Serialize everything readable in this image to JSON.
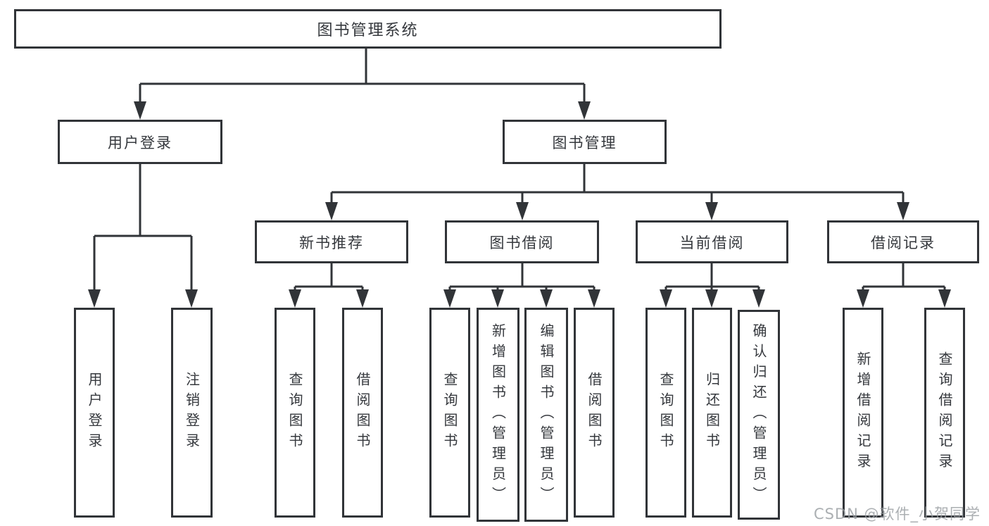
{
  "tree": {
    "label": "图书管理系统",
    "children": [
      {
        "label": "用户登录",
        "children": [
          {
            "label": "用户登录"
          },
          {
            "label": "注销登录"
          }
        ]
      },
      {
        "label": "图书管理",
        "children": [
          {
            "label": "新书推荐",
            "children": [
              {
                "label": "查询图书"
              },
              {
                "label": "借阅图书"
              }
            ]
          },
          {
            "label": "图书借阅",
            "children": [
              {
                "label": "查询图书"
              },
              {
                "label": "新增图书（管理员）"
              },
              {
                "label": "编辑图书（管理员）"
              },
              {
                "label": "借阅图书"
              }
            ]
          },
          {
            "label": "当前借阅",
            "children": [
              {
                "label": "查询图书"
              },
              {
                "label": "归还图书"
              },
              {
                "label": "确认归还（管理员）"
              }
            ]
          },
          {
            "label": "借阅记录",
            "children": [
              {
                "label": "新增借阅记录"
              },
              {
                "label": "查询借阅记录"
              }
            ]
          }
        ]
      }
    ]
  },
  "watermark": {
    "text": "CSDN @软件_小贺同学"
  },
  "colors": {
    "line": "#313438",
    "text": "#35383d",
    "watermark_gray": "#989da1",
    "background": "#ffffff"
  }
}
